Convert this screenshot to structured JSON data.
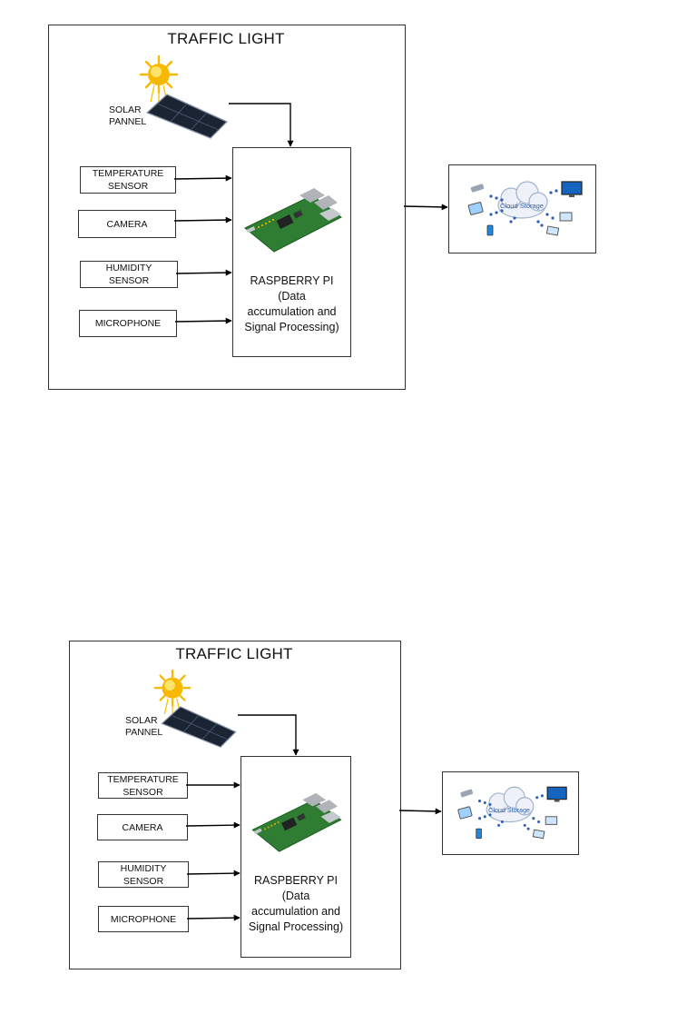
{
  "diagram": {
    "title": "TRAFFIC LIGHT",
    "solar_label_line1": "SOLAR",
    "solar_label_line2": "PANNEL",
    "sensors": {
      "temperature_line1": "TEMPERATURE",
      "temperature_line2": "SENSOR",
      "camera": "CAMERA",
      "humidity_line1": "HUMIDITY",
      "humidity_line2": "SENSOR",
      "microphone": "MICROPHONE"
    },
    "pi_line1": "RASPBERRY PI",
    "pi_line2": "(Data",
    "pi_line3": "accumulation and",
    "pi_line4": "Signal Processing)",
    "cloud_text": "Cloud Storage"
  },
  "colors": {
    "sun": "#f7b800",
    "panel": "#1b2433",
    "board": "#2e7d32",
    "cloud_link": "#2f5fb3"
  }
}
